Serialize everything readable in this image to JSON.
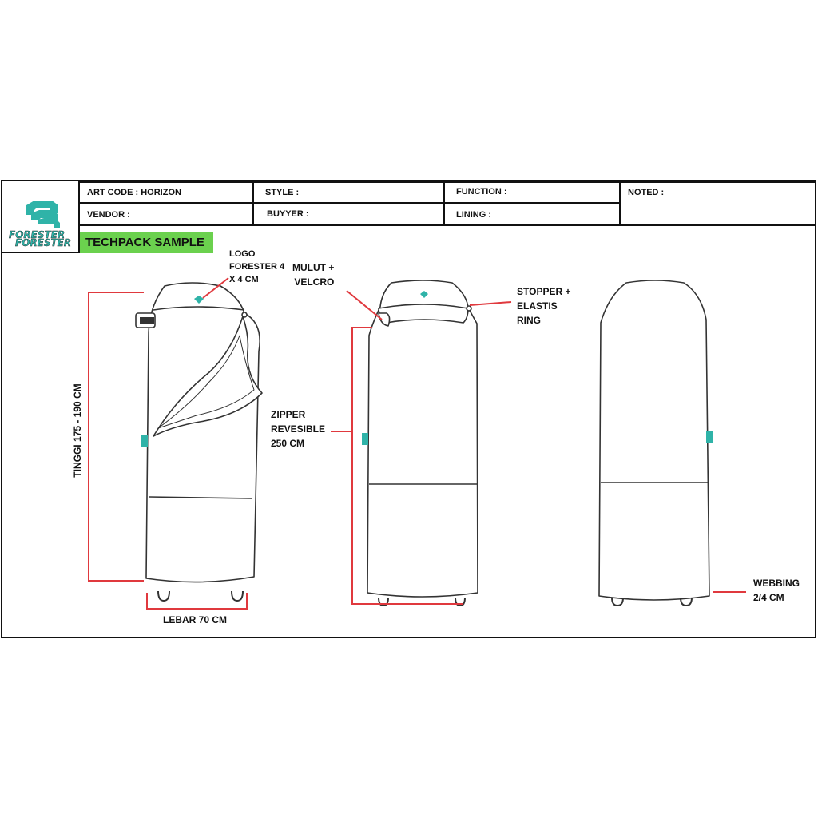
{
  "brand": {
    "name": "FORESTER",
    "accent_color": "#2fb3a8"
  },
  "header": {
    "art_code": "ART CODE : HORIZON",
    "style": "STYLE :",
    "function": "FUNCTION :",
    "noted": "NOTED :",
    "vendor": "VENDOR :",
    "buyyer": "BUYYER :",
    "lining": "LINING :",
    "techpack": "TECHPACK SAMPLE"
  },
  "annotations": {
    "logo": "LOGO\nFORESTER 4\nX 4 CM",
    "mulut": "MULUT +\nVELCRO",
    "stopper": "STOPPER +\nELASTIS\nRING",
    "zipper": "ZIPPER\nREVESIBLE\n250 CM",
    "tinggi": "TINGGI  175 - 190 CM",
    "lebar": "LEBAR 70 CM",
    "webbing": "WEBBING\n2/4 CM"
  },
  "colors": {
    "dimension_line": "#e0393e",
    "tab": "#2fb3a8",
    "outline": "#333333"
  }
}
